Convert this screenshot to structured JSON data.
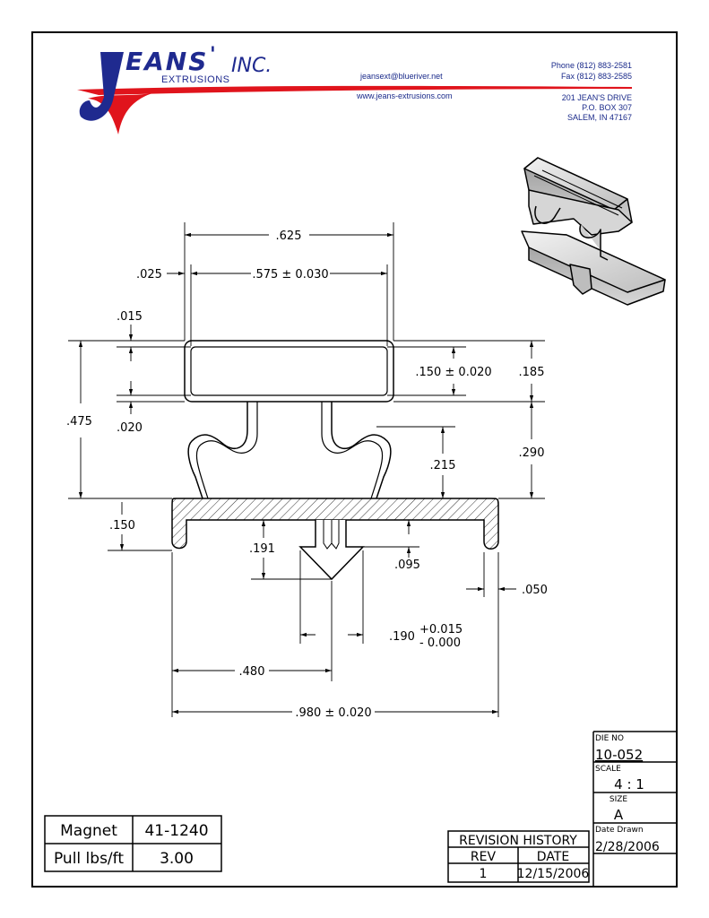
{
  "company": {
    "name_big": "EANS",
    "name_suffix": "INC.",
    "division": "EXTRUSIONS",
    "email": "jeansext@blueriver.net",
    "website": "www.jeans-extrusions.com",
    "phone": "Phone (812) 883-2581",
    "fax": "Fax (812) 883-2585",
    "address_line1": "201 JEAN'S DRIVE",
    "address_line2": "P.O. BOX 307",
    "address_line3": "SALEM, IN 47167"
  },
  "colors": {
    "logo_blue": "#1f2a8f",
    "logo_red": "#e0141c",
    "header_text": "#1a2a8a"
  },
  "dimensions": {
    "d625": ".625",
    "d025": ".025",
    "d575": ".575 ± 0.030",
    "d015": ".015",
    "d150_tol": ".150 ± 0.020",
    "d185": ".185",
    "d475": ".475",
    "d020": ".020",
    "d215": ".215",
    "d290": ".290",
    "d150": ".150",
    "d191": ".191",
    "d095": ".095",
    "d050": ".050",
    "d190": ".190",
    "d190_plus": "+0.015",
    "d190_minus": "- 0.000",
    "d480": ".480",
    "d980": ".980 ± 0.020"
  },
  "title_block": {
    "die_no_label": "DIE NO",
    "die_no": "10-052",
    "scale_label": "SCALE",
    "scale": "4 : 1",
    "size_label": "SIZE",
    "size": "A",
    "date_drawn_label": "Date Drawn",
    "date_drawn": "2/28/2006"
  },
  "revision_history": {
    "title": "REVISION HISTORY",
    "col_rev": "REV",
    "col_date": "DATE",
    "rows": [
      {
        "rev": "1",
        "date": "12/15/2006"
      }
    ]
  },
  "specs": [
    {
      "label": "Magnet",
      "value": "41-1240"
    },
    {
      "label": "Pull lbs/ft",
      "value": "3.00"
    }
  ]
}
